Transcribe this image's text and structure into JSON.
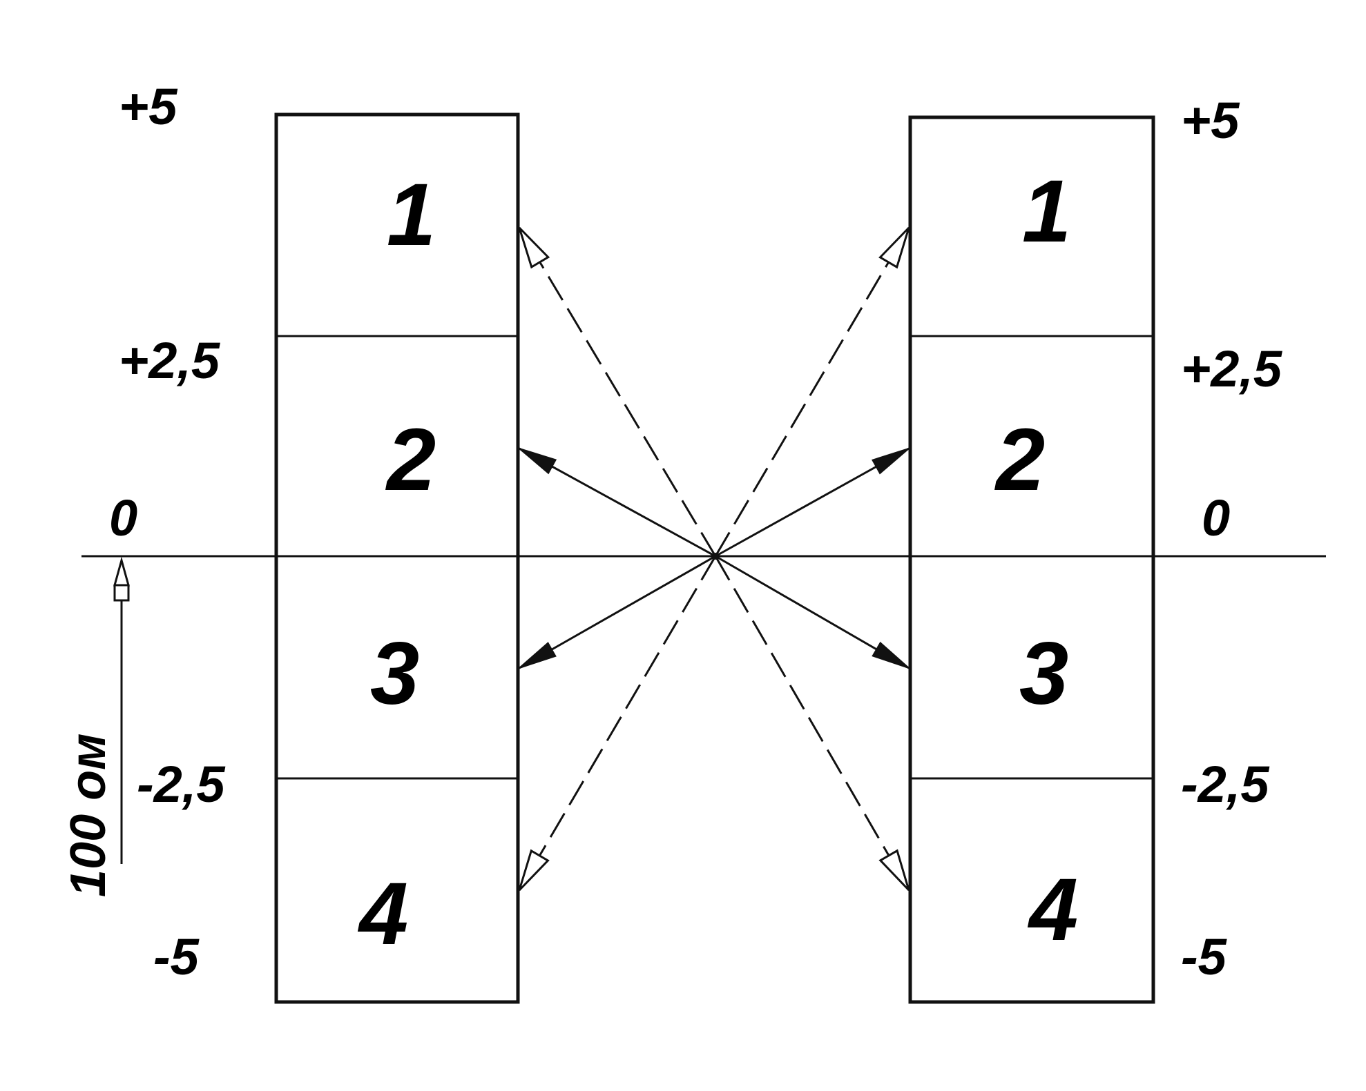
{
  "scale": {
    "left": [
      "+5",
      "+2,5",
      "0",
      "-2,5",
      "-5"
    ],
    "right": [
      "+5",
      "+2,5",
      "0",
      "-2,5",
      "-5"
    ]
  },
  "columns": {
    "left": [
      "1",
      "2",
      "3",
      "4"
    ],
    "right": [
      "1",
      "2",
      "3",
      "4"
    ]
  },
  "unit_label": "100 ом",
  "colors": {
    "ink": "#111111",
    "background": "#ffffff"
  }
}
